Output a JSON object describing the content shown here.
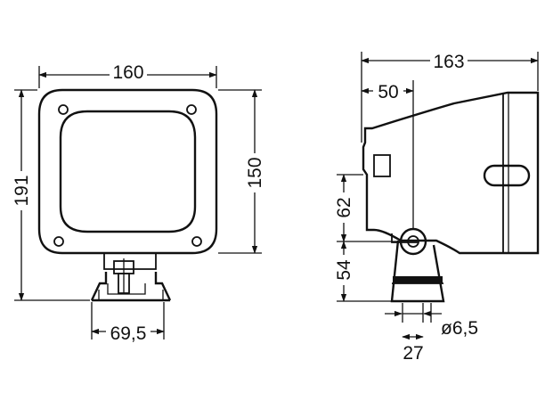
{
  "dimensions": {
    "front_width": "160",
    "front_height_total": "191",
    "front_height_lens": "150",
    "bracket_width": "69,5",
    "side_depth": "163",
    "side_pivot_offset": "50",
    "side_pivot_to_top_marker": "62",
    "side_pivot_to_base": "54",
    "base_width": "27",
    "hole_diameter": "ø6,5"
  }
}
